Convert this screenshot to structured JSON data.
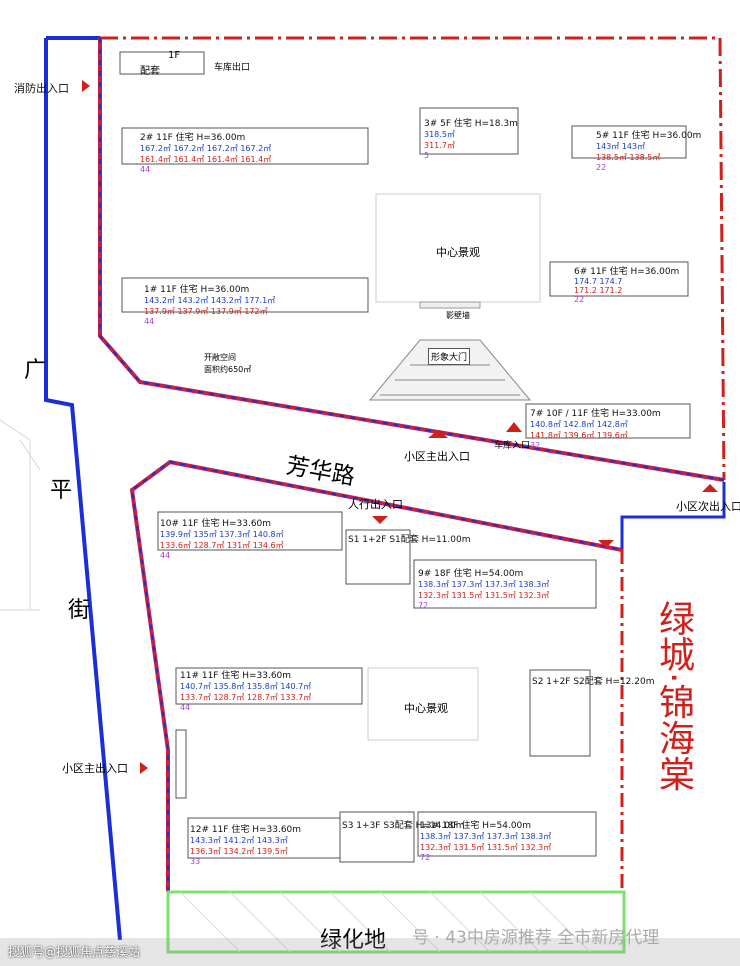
{
  "colors": {
    "boundary_red": "#d0201c",
    "boundary_blue": "#1a2fd6",
    "green": "#7be36b",
    "road_text": "#1a1a1a",
    "brand": "#d0201c"
  },
  "labels": {
    "fire_exit": "消防出入口",
    "garage_exit_top": "车库出口",
    "plinth": "配套",
    "plinth_f": "1F",
    "central_landscape_top": "中心景观",
    "shadow_wall": "影壁墙",
    "gate": "形象大门",
    "open_space": "开敞空间",
    "open_space_area": "面积约650㎡",
    "road_guang": "广",
    "road_ping": "平",
    "road_jie": "街",
    "road_fanghua": "芳华路",
    "main_entrance_north": "小区主出入口",
    "garage_entrance": "车库入口",
    "secondary_entrance": "小区次出入口",
    "pedestrian_entrance": "人行出入口",
    "main_entrance_west": "小区主出入口",
    "central_landscape_bottom": "中心景观",
    "green_belt": "绿化地",
    "brand_name": "绿城·锦海棠",
    "watermark_left": "搜狐号@搜狐焦点慈溪站",
    "watermark_right": "号 · 43中房源推荐 全市新房代理"
  },
  "buildings": [
    {
      "id": "2#",
      "floors": "11F",
      "use": "住宅",
      "height": "H=36.00m",
      "blue": [
        "167.2㎡",
        "167.2㎡",
        "167.2㎡",
        "167.2㎡"
      ],
      "red": [
        "161.4㎡",
        "161.4㎡",
        "161.4㎡",
        "161.4㎡"
      ],
      "count": "44"
    },
    {
      "id": "3#",
      "floors": "5F",
      "use": "住宅",
      "height": "H=18.3m",
      "blue": [
        "318.5㎡"
      ],
      "red": [
        "311.7㎡"
      ],
      "count": "5"
    },
    {
      "id": "5#",
      "floors": "11F",
      "use": "住宅",
      "height": "H=36.00m",
      "blue": [
        "143㎡",
        "143㎡"
      ],
      "red": [
        "138.5㎡",
        "138.5㎡"
      ],
      "count": "22"
    },
    {
      "id": "1#",
      "floors": "11F",
      "use": "住宅",
      "height": "H=36.00m",
      "blue": [
        "143.2㎡",
        "143.2㎡",
        "143.2㎡",
        "177.1㎡"
      ],
      "red": [
        "137.9㎡",
        "137.9㎡",
        "137.9㎡",
        "172㎡"
      ],
      "count": "44"
    },
    {
      "id": "6#",
      "floors": "11F",
      "use": "住宅",
      "height": "H=36.00m",
      "blue": [
        "174.7",
        "174.7"
      ],
      "red": [
        "171.2",
        "171.2"
      ],
      "count": "22"
    },
    {
      "id": "7#",
      "floors": "10F / 11F",
      "use": "住宅",
      "height": "H=33.00m",
      "blue": [
        "140.8㎡",
        "142.8㎡",
        "142.8㎡"
      ],
      "red": [
        "141.8㎡",
        "139.6㎡",
        "139.6㎡"
      ],
      "count": "32"
    },
    {
      "id": "10#",
      "floors": "11F",
      "use": "住宅",
      "height": "H=33.60m",
      "blue": [
        "139.9㎡",
        "135㎡",
        "137.3㎡",
        "140.8㎡"
      ],
      "red": [
        "133.6㎡",
        "128.7㎡",
        "131㎡",
        "134.6㎡"
      ],
      "count": "44"
    },
    {
      "id": "S1",
      "floors": "1+2F",
      "use": "S1配套",
      "height": "H=11.00m"
    },
    {
      "id": "9#",
      "floors": "18F",
      "use": "住宅",
      "height": "H=54.00m",
      "blue": [
        "138.3㎡",
        "137.3㎡",
        "137.3㎡",
        "138.3㎡"
      ],
      "red": [
        "132.3㎡",
        "131.5㎡",
        "131.5㎡",
        "132.3㎡"
      ],
      "count": "72"
    },
    {
      "id": "11#",
      "floors": "11F",
      "use": "住宅",
      "height": "H=33.60m",
      "blue": [
        "140.7㎡",
        "135.8㎡",
        "135.8㎡",
        "140.7㎡"
      ],
      "red": [
        "133.7㎡",
        "128.7㎡",
        "128.7㎡",
        "133.7㎡"
      ],
      "count": "44"
    },
    {
      "id": "S2",
      "floors": "1+2F",
      "use": "S2配套",
      "height": "H=12.20m"
    },
    {
      "id": "12#",
      "floors": "11F",
      "use": "住宅",
      "height": "H=33.60m",
      "blue": [
        "143.3㎡",
        "141.2㎡",
        "143.3㎡"
      ],
      "red": [
        "136.3㎡",
        "134.2㎡",
        "139.5㎡"
      ],
      "count": "33"
    },
    {
      "id": "S3",
      "floors": "1+3F",
      "use": "S3配套",
      "height": "H=14.00m"
    },
    {
      "id": "13#",
      "floors": "18F",
      "use": "住宅",
      "height": "H=54.00m",
      "blue": [
        "138.3㎡",
        "137.3㎡",
        "137.3㎡",
        "138.3㎡"
      ],
      "red": [
        "132.3㎡",
        "131.5㎡",
        "131.5㎡",
        "132.3㎡"
      ],
      "count": "72"
    }
  ]
}
